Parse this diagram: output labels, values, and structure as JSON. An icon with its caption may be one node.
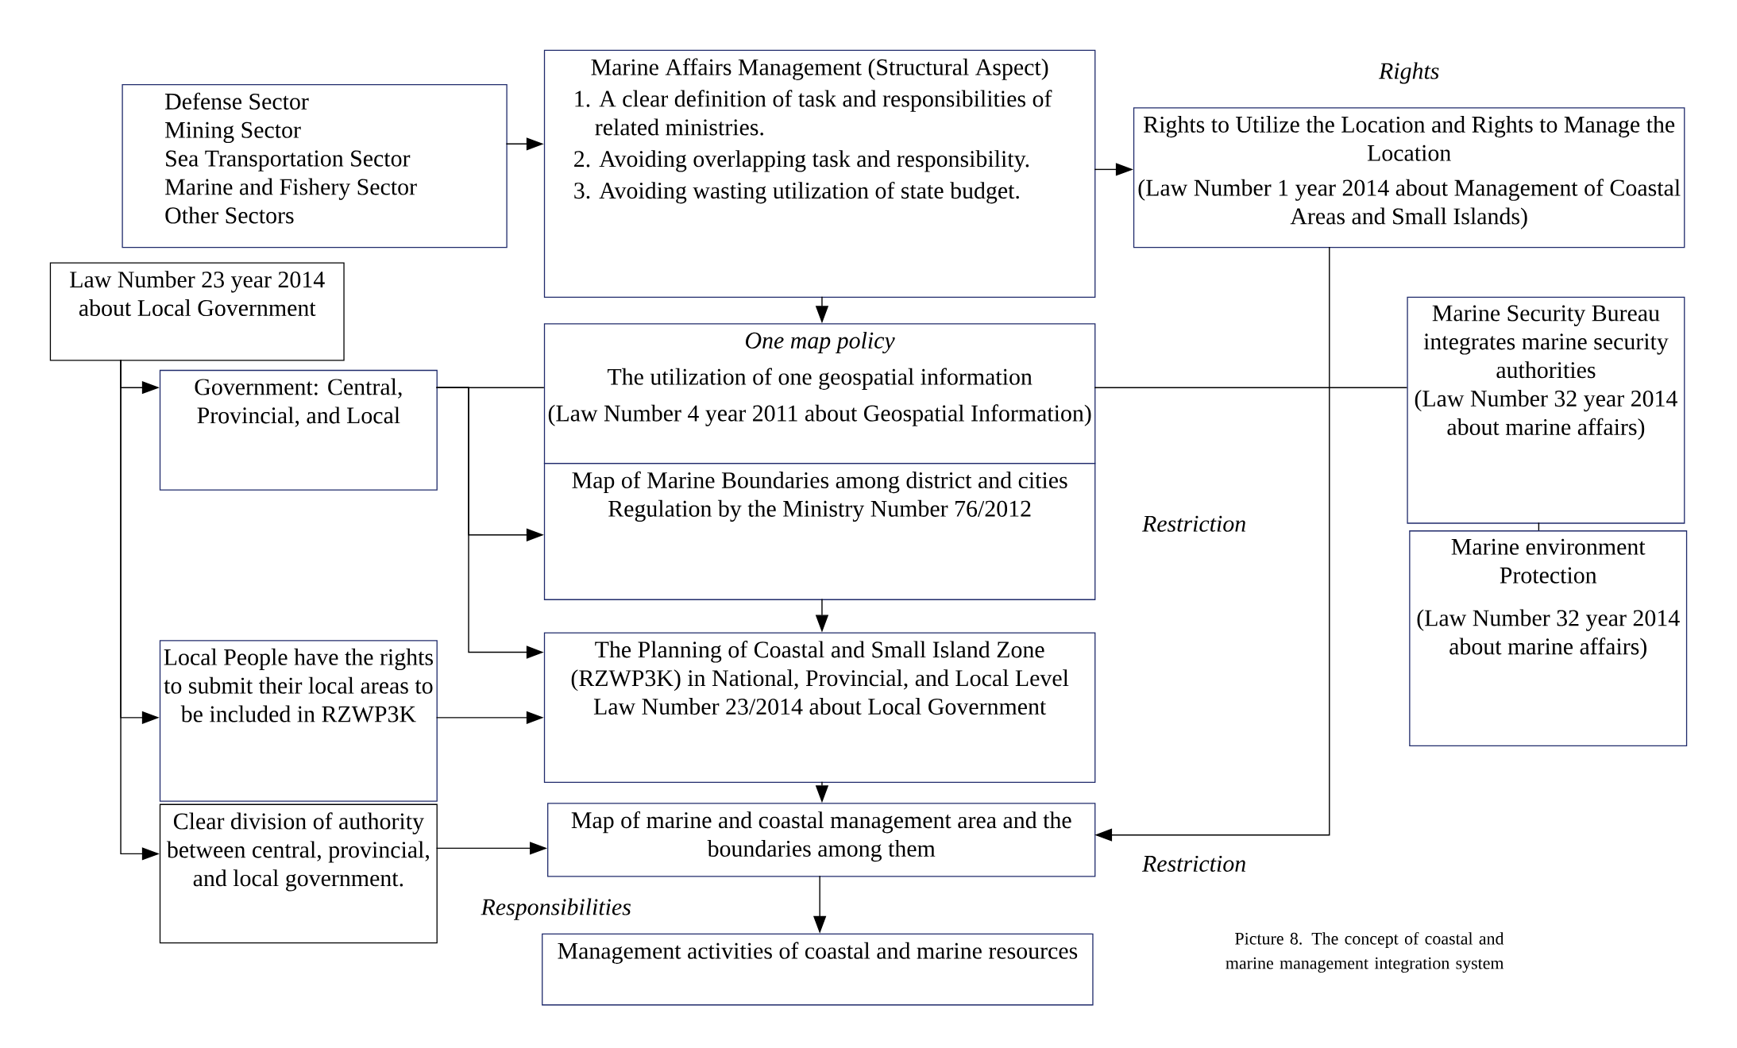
{
  "diagram": {
    "caption": "Picture 8. The concept of coastal and marine management integration system",
    "nodes": [
      {
        "text": [
          "Defense Sector",
          "Mining Sector",
          "Sea Transportation Sector",
          "Marine and Fishery Sector",
          "Other Sectors"
        ]
      },
      {
        "text": [
          "Marine Affairs Management (Structural Aspect)",
          "1. A clear definition of task and responsibilities of related ministries.",
          "2. Avoiding overlapping task and responsibility.",
          "3. Avoiding wasting utilization of state budget."
        ]
      },
      {
        "text": [
          "Rights to Utilize the Location and Rights to Manage the Location",
          "(Law Number 1 year 2014 about Management of Coastal Areas and Small Islands)"
        ]
      },
      {
        "text": [
          "Law Number 23 year 2014 about Local Government"
        ]
      },
      {
        "text": [
          "Government: Central, Provincial, and Local"
        ]
      },
      {
        "text": [
          "One map policy",
          "The utilization of one geospatial information",
          "(Law Number 4 year 2011 about Geospatial Information)"
        ]
      },
      {
        "text": [
          "Map of Marine Boundaries among district and cities",
          "Regulation by the Ministry Number 76/2012"
        ]
      },
      {
        "text": [
          "Marine Security Bureau integrates marine security authorities",
          "(Law Number 32 year 2014 about marine affairs)"
        ]
      },
      {
        "text": [
          "Marine environment Protection",
          "(Law Number 32 year 2014 about marine affairs)"
        ]
      },
      {
        "text": [
          "Local People have the rights to submit their local areas to be included in RZWP3K"
        ]
      },
      {
        "text": [
          "The Planning of Coastal and Small Island Zone (RZWP3K) in National, Provincial, and Local Level",
          "Law Number 23/2014 about Local Government"
        ]
      },
      {
        "text": [
          "Clear division of authority between central, provincial, and local government."
        ]
      },
      {
        "text": [
          "Map of marine and coastal management area and the boundaries among them"
        ]
      },
      {
        "text": [
          "Management activities of coastal and marine resources"
        ]
      }
    ],
    "edges": [
      {
        "from": 0,
        "to": 1,
        "arrow": "to"
      },
      {
        "from": 1,
        "to": 2,
        "arrow": "to"
      },
      {
        "from": 1,
        "to": 5,
        "arrow": "to"
      },
      {
        "from": 3,
        "to": 4,
        "arrow": "to"
      },
      {
        "from": 3,
        "to": 9,
        "arrow": "to"
      },
      {
        "from": 3,
        "to": 11,
        "arrow": "to"
      },
      {
        "from": 4,
        "to": 5,
        "arrow": "none"
      },
      {
        "from": 4,
        "to": 6,
        "arrow": "to"
      },
      {
        "from": 4,
        "to": 10,
        "arrow": "to"
      },
      {
        "from": 5,
        "to": 7,
        "arrow": "none"
      },
      {
        "from": 2,
        "to": 12,
        "arrow": "to"
      },
      {
        "from": 7,
        "to": 8,
        "arrow": "none"
      },
      {
        "from": 6,
        "to": 10,
        "arrow": "to"
      },
      {
        "from": 9,
        "to": 10,
        "arrow": "to"
      },
      {
        "from": 10,
        "to": 12,
        "arrow": "to"
      },
      {
        "from": 11,
        "to": 12,
        "arrow": "to"
      },
      {
        "from": 12,
        "to": 13,
        "arrow": "to"
      }
    ],
    "labels": [
      "Rights",
      "Restriction",
      "Restriction",
      "Responsibilities"
    ]
  }
}
